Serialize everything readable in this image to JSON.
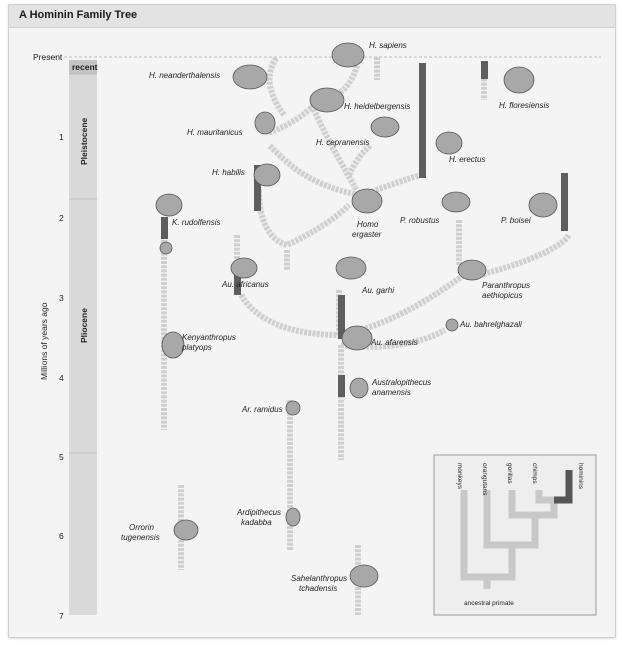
{
  "title": "A Hominin Family Tree",
  "axis": {
    "label": "Millions of years ago",
    "present": "Present",
    "ticks": [
      "1",
      "2",
      "3",
      "4",
      "5",
      "6",
      "7"
    ]
  },
  "epochs": {
    "recent": "recent",
    "pleistocene": "Pleistocene",
    "pliocene": "Pliocene"
  },
  "species": {
    "sapiens": "H. sapiens",
    "neanderthalensis": "H. neanderthalensis",
    "heidelbergensis": "H. heidelbergensis",
    "floresiensis": "H. floresiensis",
    "mauritanicus": "H. mauritanicus",
    "cepranensis": "H. cepranensis",
    "erectus": "H. erectus",
    "habilis": "H. habilis",
    "homo_ergaster_1": "Homo",
    "homo_ergaster_2": "ergaster",
    "rudolfensis": "K. rudolfensis",
    "robustus": "P. robustus",
    "boisei": "P. boisei",
    "africanus": "Au. africanus",
    "garhi": "Au. garhi",
    "paranthropus_1": "Paranthropus",
    "paranthropus_2": "aethiopicus",
    "kenyanthropus_1": "Kenyanthropus",
    "kenyanthropus_2": "platyops",
    "afarensis": "Au. afarensis",
    "bahrelghazali": "Au. bahrelghazali",
    "anamensis_1": "Australopithecus",
    "anamensis_2": "anamensis",
    "ramidus": "Ar. ramidus",
    "kadabba_1": "Ardipithecus",
    "kadabba_2": "kadabba",
    "orrorin_1": "Orrorin",
    "orrorin_2": "tugenensis",
    "sahelanthropus_1": "Sahelanthropus",
    "sahelanthropus_2": "tchadensis"
  },
  "inset": {
    "labels": [
      "monkeys",
      "orangutans",
      "gorillas",
      "chimps",
      "hominins"
    ],
    "root": "ancestral primate"
  },
  "colors": {
    "lineage": "#c8c8c8",
    "known_range": "#666666",
    "band": "#dedede",
    "background": "#f4f4f4"
  }
}
